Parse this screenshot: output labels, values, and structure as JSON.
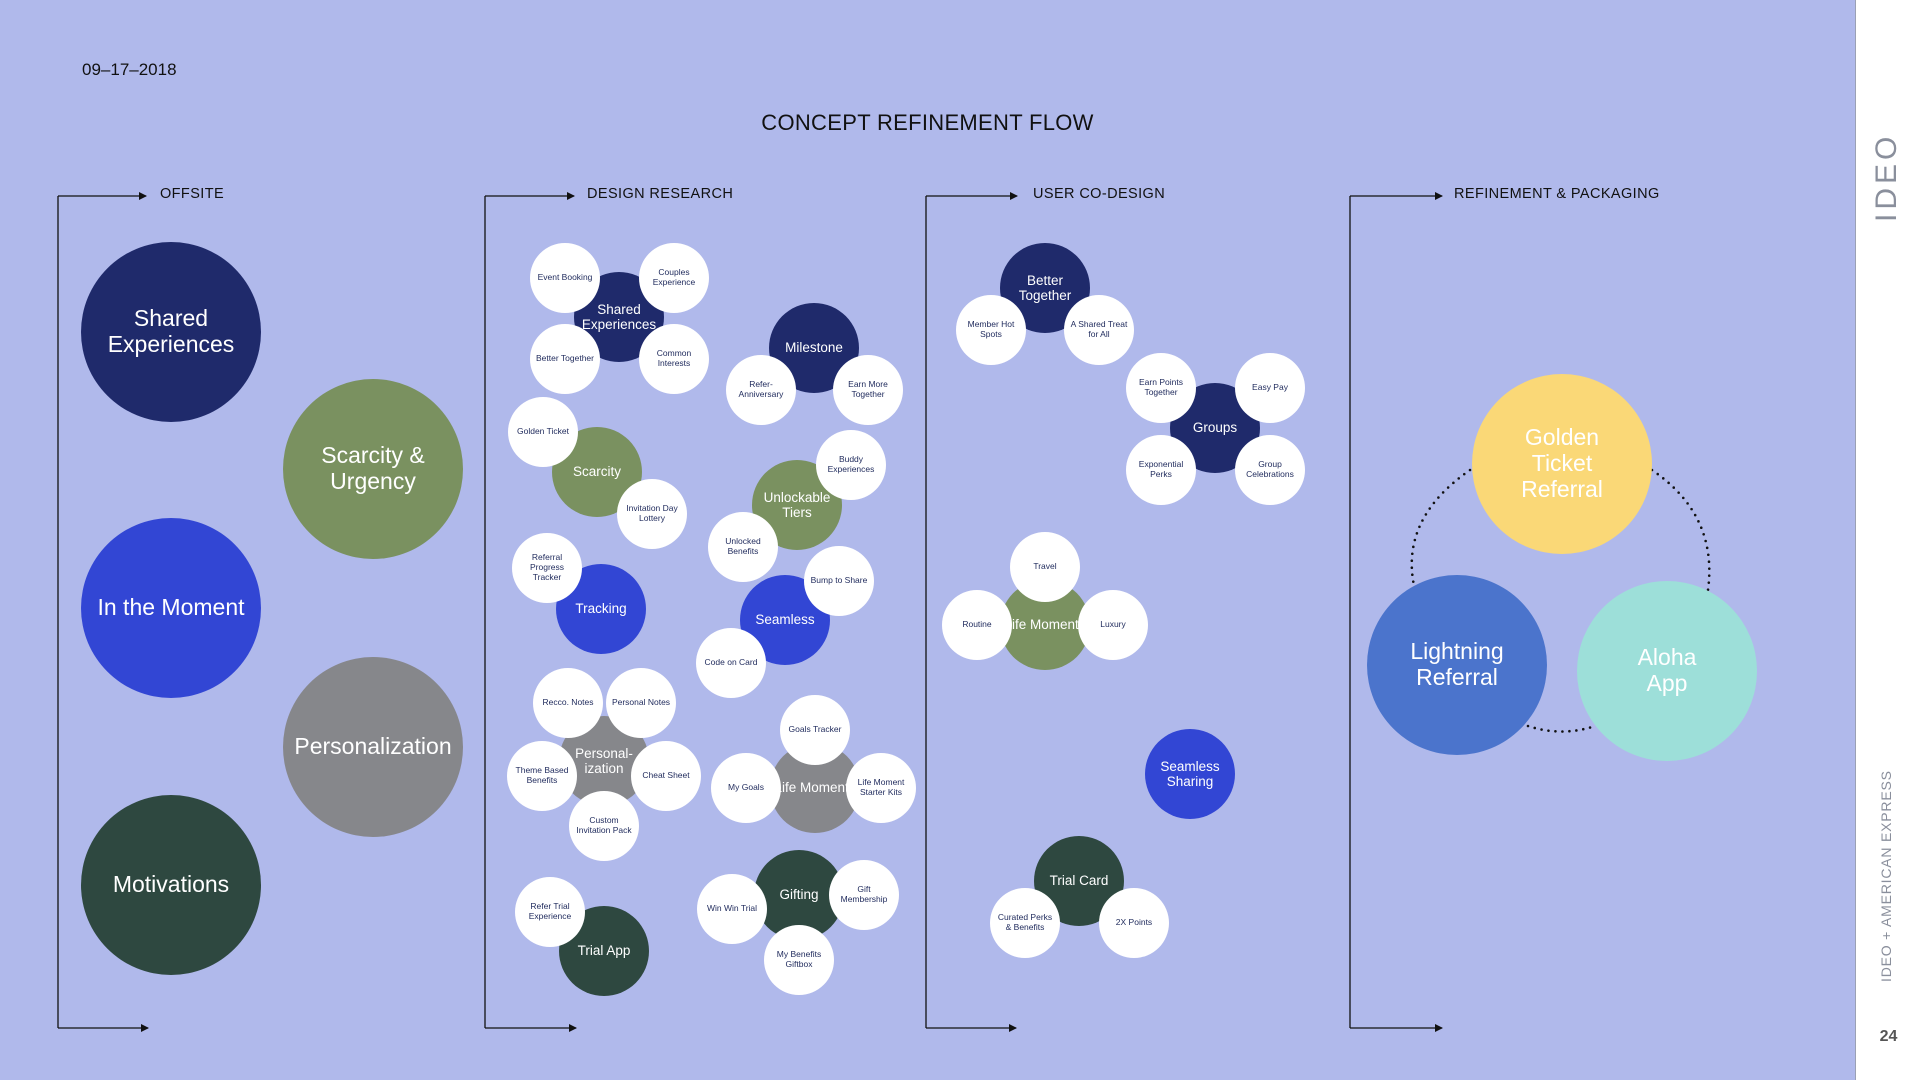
{
  "date": "09–17–2018",
  "title": "CONCEPT REFINEMENT FLOW",
  "columns": [
    "OFFSITE",
    "DESIGN RESEARCH",
    "USER CO-DESIGN",
    "REFINEMENT & PACKAGING"
  ],
  "offsite": [
    "Shared Experiences",
    "Scarcity & Urgency",
    "In the Moment",
    "Personalization",
    "Motivations"
  ],
  "research": {
    "shared": {
      "main": "Shared Experiences",
      "event": "Event Booking",
      "couples": "Couples Experience",
      "better": "Better Together",
      "common": "Common Interests"
    },
    "milestone": {
      "main": "Milestone",
      "refer": "Refer-Anniversary",
      "earn": "Earn More Together"
    },
    "scarcity": {
      "main": "Scarcity",
      "golden": "Golden Ticket",
      "invitation": "Invitation Day Lottery"
    },
    "tiers": {
      "main": "Unlockable Tiers",
      "buddy": "Buddy Experiences",
      "unlocked": "Unlocked Benefits"
    },
    "tracking": {
      "main": "Tracking",
      "referral": "Referral Progress Tracker"
    },
    "seamless": {
      "main": "Seamless",
      "bump": "Bump to Share",
      "code": "Code on Card"
    },
    "personalization": {
      "main": "Personal-ization",
      "recco": "Recco. Notes",
      "notes": "Personal Notes",
      "theme": "Theme Based Benefits",
      "cheat": "Cheat Sheet",
      "custom": "Custom Invitation Pack"
    },
    "life": {
      "main": "Life Moments",
      "goals_tracker": "Goals Tracker",
      "my_goals": "My Goals",
      "kits": "Life Moment Starter Kits"
    },
    "trial": {
      "main": "Trial App",
      "refer": "Refer Trial Experience"
    },
    "gifting": {
      "main": "Gifting",
      "winwin": "Win Win Trial",
      "gift": "Gift Membership",
      "giftbox": "My Benefits Giftbox"
    }
  },
  "codesign": {
    "better": {
      "main": "Better Together",
      "member": "Member Hot Spots",
      "treat": "A Shared Treat for All"
    },
    "groups": {
      "main": "Groups",
      "earn": "Earn Points Together",
      "easy": "Easy Pay",
      "exp": "Exponential Perks",
      "celebrations": "Group Celebrations"
    },
    "life": {
      "main": "Life Moments",
      "travel": "Travel",
      "routine": "Routine",
      "luxury": "Luxury"
    },
    "seamless": "Seamless Sharing",
    "trial": {
      "main": "Trial Card",
      "curated": "Curated Perks & Benefits",
      "points": "2X Points"
    }
  },
  "final": [
    "Golden Ticket Referral",
    "Lightning Referral",
    "Aloha App"
  ],
  "brand": "IDEO",
  "client": "IDEO + AMERICAN EXPRESS",
  "page": "24",
  "colors": {
    "background": "#b0b9eb",
    "navy": "#1f2a6b",
    "olive": "#7a9160",
    "blue": "#3246d4",
    "gray": "#86878b",
    "dark_green": "#2e4840",
    "yellow": "#fad877",
    "light_blue": "#4b74cc",
    "teal": "#9ddfd9"
  }
}
